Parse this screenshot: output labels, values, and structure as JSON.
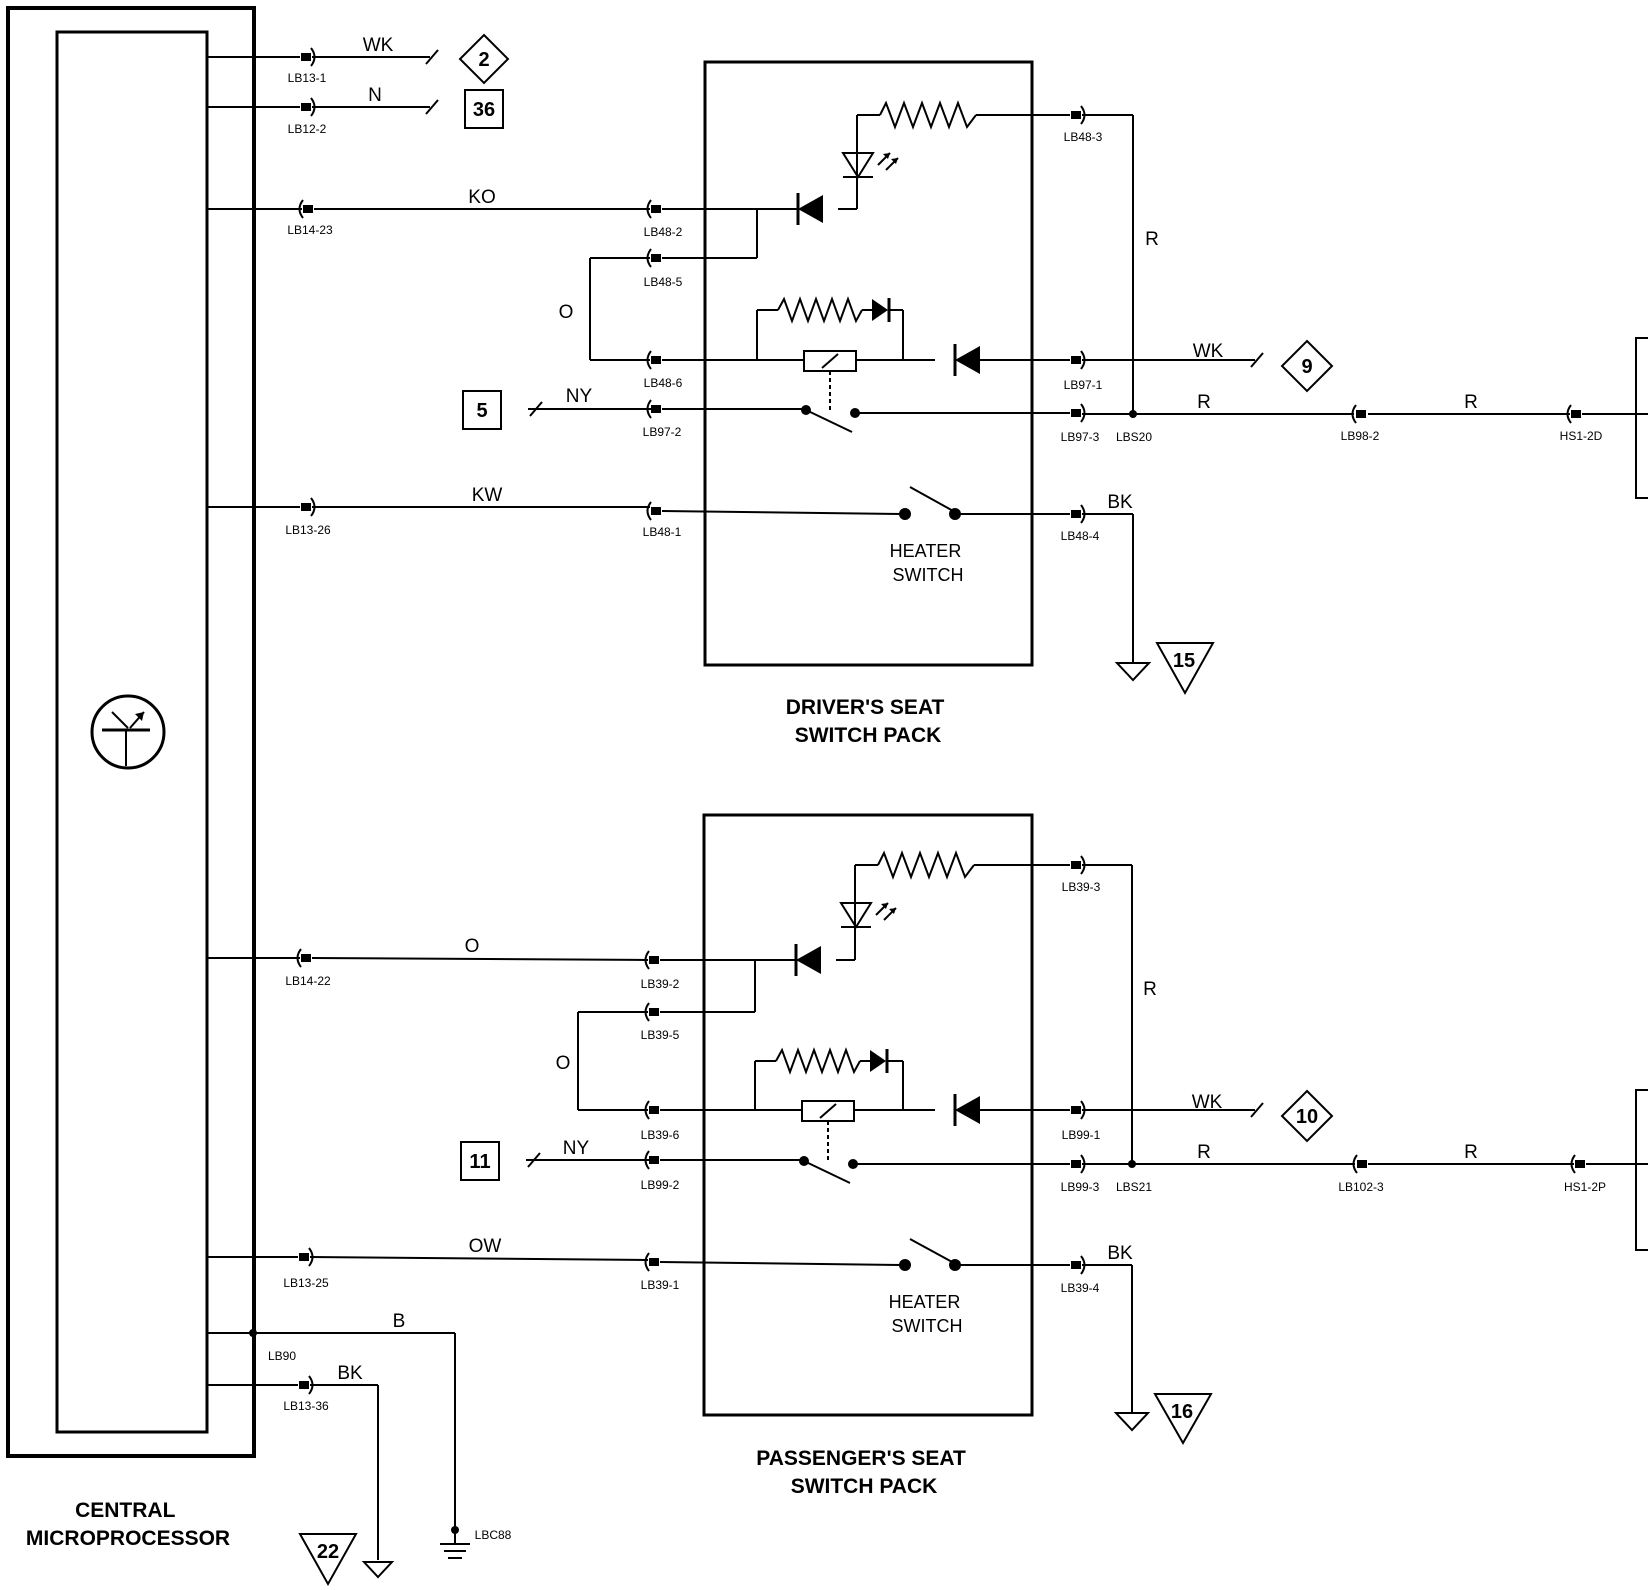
{
  "modules": {
    "cpu": "CENTRAL\nMICROPROCESSOR",
    "driver_pack": "DRIVER'S SEAT\nSWITCH PACK",
    "passenger_pack": "PASSENGER'S SEAT\nSWITCH PACK",
    "heater_switch": "HEATER\nSWITCH"
  },
  "wire_colors": {
    "wk": "WK",
    "n": "N",
    "ko": "KO",
    "o": "O",
    "ny": "NY",
    "kw": "KW",
    "r": "R",
    "bk": "BK",
    "ow": "OW",
    "b": "B"
  },
  "connectors": {
    "lb13_1": "LB13-1",
    "lb12_2": "LB12-2",
    "lb14_23": "LB14-23",
    "lb48_2": "LB48-2",
    "lb48_5": "LB48-5",
    "lb48_6": "LB48-6",
    "lb48_3": "LB48-3",
    "lb48_1": "LB48-1",
    "lb48_4": "LB48-4",
    "lb97_1": "LB97-1",
    "lb97_2": "LB97-2",
    "lb97_3": "LB97-3",
    "lbs20": "LBS20",
    "lb98_2": "LB98-2",
    "hs1_2d": "HS1-2D",
    "lb13_26": "LB13-26",
    "lb14_22": "LB14-22",
    "lb39_2": "LB39-2",
    "lb39_5": "LB39-5",
    "lb39_6": "LB39-6",
    "lb39_3": "LB39-3",
    "lb39_1": "LB39-1",
    "lb39_4": "LB39-4",
    "lb99_1": "LB99-1",
    "lb99_2": "LB99-2",
    "lb99_3": "LB99-3",
    "lbs21": "LBS21",
    "lb102_3": "LB102-3",
    "hs1_2p": "HS1-2P",
    "lb13_25": "LB13-25",
    "lb90": "LB90",
    "lb13_36": "LB13-36",
    "lbc88": "LBC88"
  },
  "refs": {
    "r2": "2",
    "r36": "36",
    "r5": "5",
    "r9": "9",
    "r15": "15",
    "r10": "10",
    "r11": "11",
    "r16": "16",
    "r22": "22"
  }
}
